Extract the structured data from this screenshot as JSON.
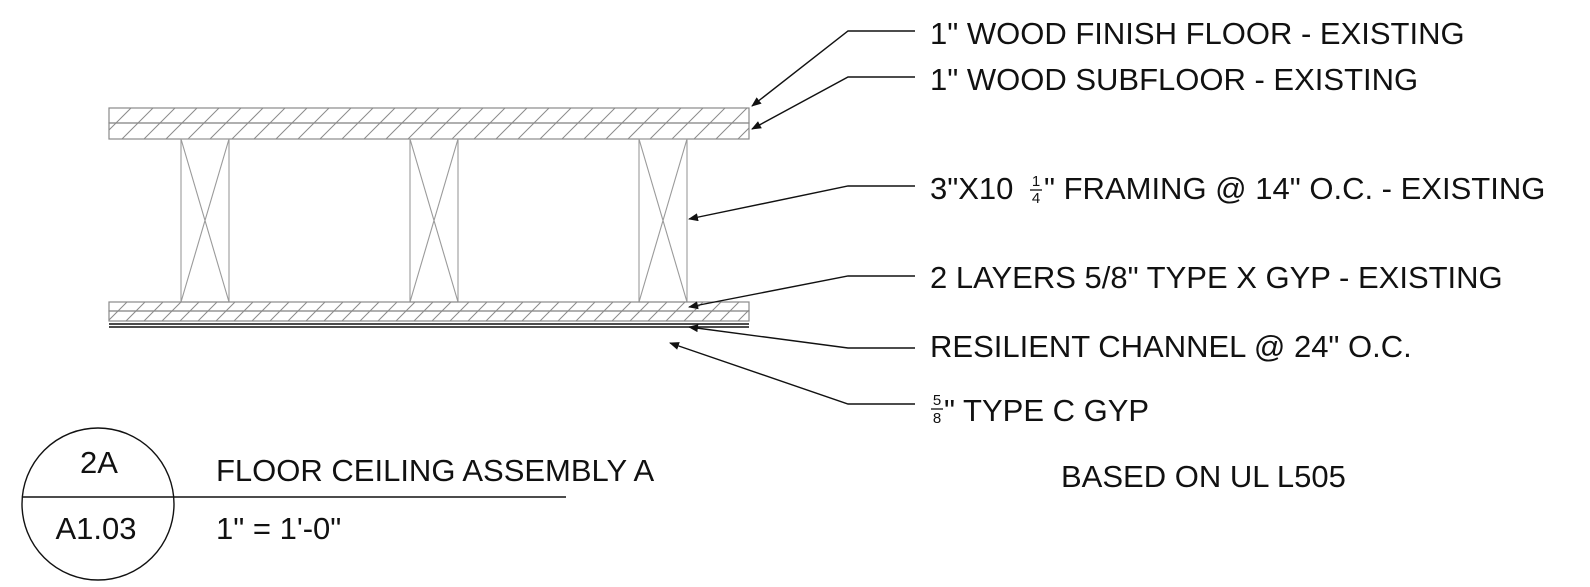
{
  "labels": {
    "finish_floor": "1\" WOOD FINISH FLOOR - EXISTING",
    "subfloor": "1\" WOOD SUBFLOOR - EXISTING",
    "framing": {
      "prefix": "3\"X10 ",
      "frac_num": "1",
      "frac_den": "4",
      "suffix": "\" FRAMING @ 14\" O.C. - EXISTING"
    },
    "gyp_layers": "2 LAYERS 5/8\" TYPE X GYP - EXISTING",
    "resilient_channel": "RESILIENT CHANNEL @ 24\" O.C.",
    "type_c_gyp": {
      "frac_num": "5",
      "frac_den": "8",
      "suffix": "\" TYPE C GYP"
    },
    "based_on": "BASED ON UL L505"
  },
  "title_block": {
    "detail_number": "2A",
    "sheet_number": "A1.03",
    "title": "FLOOR CEILING ASSEMBLY A",
    "scale": "1\" = 1'-0\""
  },
  "colors": {
    "line": "#111111",
    "hatch": "#8a8a8a",
    "section": "#9a9a9a"
  }
}
